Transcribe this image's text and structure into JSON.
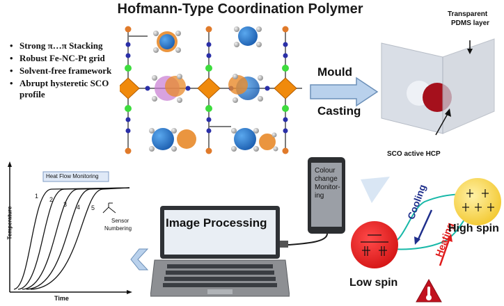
{
  "title": "Hofmann-Type Coordination Polymer",
  "features": [
    "Strong π…π Stacking",
    "Robust Fe-NC-Pt grid",
    "Solvent-free framework",
    "Abrupt hysteretic SCO profile"
  ],
  "process": {
    "line1": "Mould",
    "line2": "Casting"
  },
  "film": {
    "layer_label_1": "Transparent",
    "layer_label_2": "PDMS layer",
    "hcp_label": "SCO active HCP"
  },
  "graph": {
    "box_title": "Heat Flow Monitoring",
    "xlabel": "Time",
    "ylabel": "Temperature",
    "curve_labels": [
      "1",
      "2",
      "3",
      "4",
      "5"
    ],
    "sensor_label_1": "Sensor",
    "sensor_label_2": "Numbering"
  },
  "laptop": {
    "screen_text": "Image Processing"
  },
  "phone": {
    "text_lines": [
      "Colour",
      "change",
      "Monitor-",
      "ing"
    ]
  },
  "spin": {
    "cooling": "Cooling",
    "heating": "Heating",
    "high_spin": "High spin",
    "low_spin": "Low spin"
  },
  "colors": {
    "low_spin": "#e31b1b",
    "high_spin": "#f7d13a",
    "fe_node": "#f08a0c",
    "arrow_fill": "#b9d1ec"
  },
  "icons": [
    "thermometer-warning-icon",
    "block-arrow-right-icon",
    "chevron-left-icon"
  ]
}
